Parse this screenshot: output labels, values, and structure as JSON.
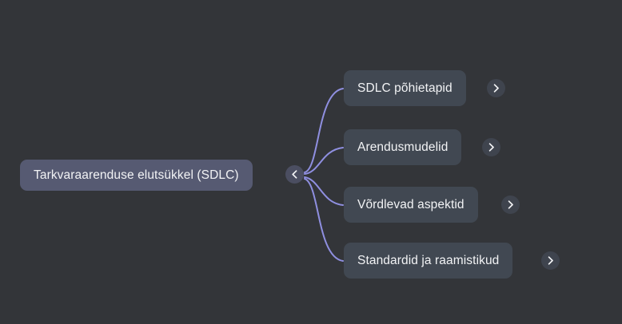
{
  "theme": {
    "background": "#333539",
    "root_node_fill": "#565a72",
    "child_node_fill": "#414852",
    "toggle_fill": "#4a4d5f",
    "edge_color": "#8f8fe0",
    "text_color": "#f2f3f5"
  },
  "mindmap": {
    "root": {
      "label": "Tarkvaraarenduse elutsükkel (SDLC)",
      "collapse_icon": "chevron-left-icon",
      "collapse_glyph": "‹",
      "expanded": true
    },
    "children": [
      {
        "label": "SDLC põhietapid",
        "expand_icon": "chevron-right-icon",
        "expand_glyph": "›",
        "expanded": false
      },
      {
        "label": "Arendusmudelid",
        "expand_icon": "chevron-right-icon",
        "expand_glyph": "›",
        "expanded": false
      },
      {
        "label": "Võrdlevad aspektid",
        "expand_icon": "chevron-right-icon",
        "expand_glyph": "›",
        "expanded": false
      },
      {
        "label": "Standardid ja raamistikud",
        "expand_icon": "chevron-right-icon",
        "expand_glyph": "›",
        "expanded": false
      }
    ]
  }
}
